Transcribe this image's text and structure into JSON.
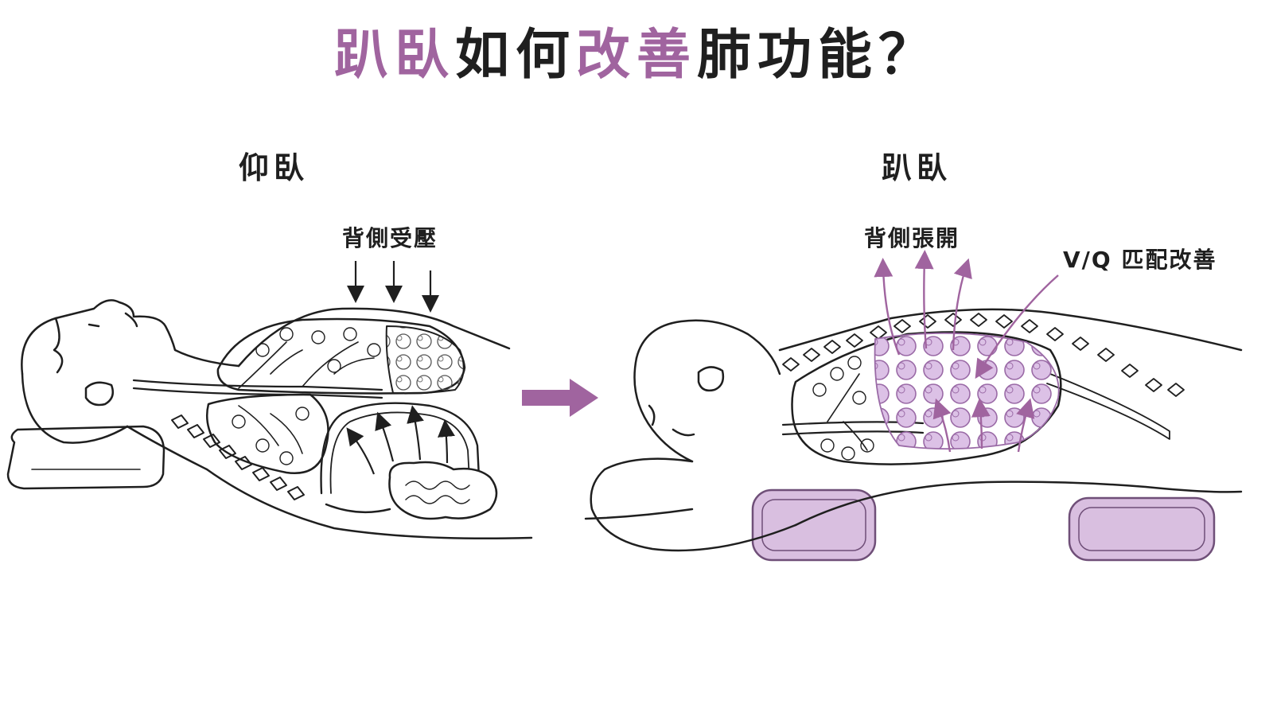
{
  "title": {
    "part1": "趴臥",
    "part2": "如何",
    "part3": "改善",
    "part4": "肺功能？"
  },
  "supine": {
    "title": "仰臥",
    "label": "背側受壓"
  },
  "prone": {
    "title": "趴臥",
    "label_expand": "背側張開",
    "label_vq": "V/Q 匹配改善"
  },
  "colors": {
    "accent": "#a0649f",
    "lavender": "#e8d6ee",
    "pillow": "#d9bfe0",
    "ink": "#1f1f1f"
  }
}
